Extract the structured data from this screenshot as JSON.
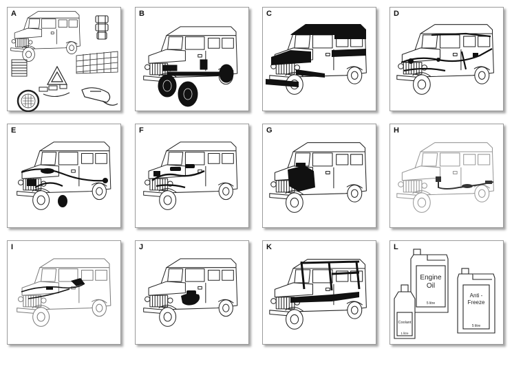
{
  "panels": [
    {
      "label": "A"
    },
    {
      "label": "B"
    },
    {
      "label": "C"
    },
    {
      "label": "D"
    },
    {
      "label": "E"
    },
    {
      "label": "F"
    },
    {
      "label": "G"
    },
    {
      "label": "H"
    },
    {
      "label": "I"
    },
    {
      "label": "J"
    },
    {
      "label": "K"
    },
    {
      "label": "L"
    }
  ],
  "containers": {
    "engine_oil_line1": "Engine",
    "engine_oil_line2": "Oil",
    "engine_oil_volume": "5 litre",
    "antifreeze_line1": "Anti -",
    "antifreeze_line2": "Freeze",
    "antifreeze_volume": "5 litre",
    "coolant_label": "Coolant",
    "coolant_volume": "1 litre"
  }
}
